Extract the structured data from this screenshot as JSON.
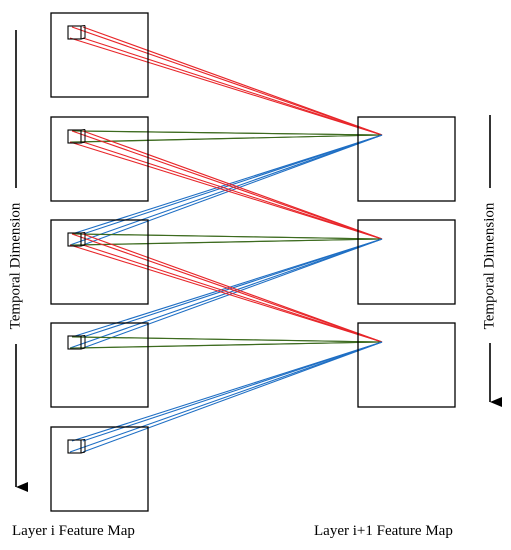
{
  "axis_label_left": "Temporal Dimension",
  "axis_label_right": "Temporal Dimension",
  "caption_left": "Layer i Feature Map",
  "caption_right": "Layer i+1 Feature Map",
  "colors": {
    "red": "#e8262a",
    "green": "#3d6b1f",
    "blue": "#1f6fc4",
    "frame": "#000000"
  },
  "left_maps": 5,
  "right_maps": 3
}
